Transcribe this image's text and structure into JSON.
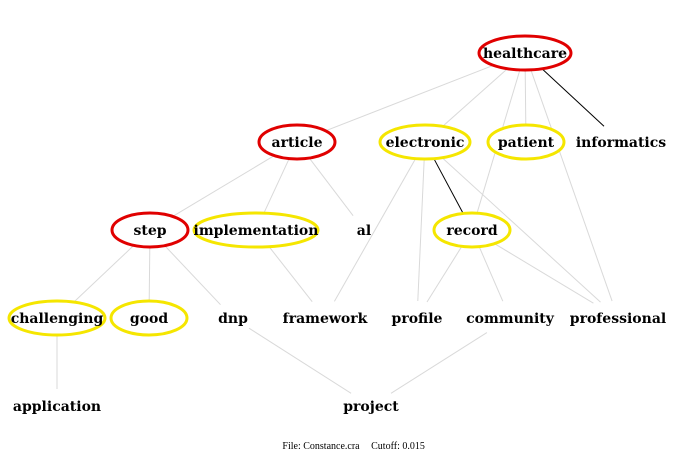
{
  "diagram": {
    "nodes": [
      {
        "id": "healthcare",
        "label": "healthcare",
        "ring": "red"
      },
      {
        "id": "article",
        "label": "article",
        "ring": "red"
      },
      {
        "id": "electronic",
        "label": "electronic",
        "ring": "yellow"
      },
      {
        "id": "patient",
        "label": "patient",
        "ring": "yellow"
      },
      {
        "id": "informatics",
        "label": "informatics",
        "ring": "none"
      },
      {
        "id": "step",
        "label": "step",
        "ring": "red"
      },
      {
        "id": "implementation",
        "label": "implementation",
        "ring": "yellow"
      },
      {
        "id": "al",
        "label": "al",
        "ring": "none"
      },
      {
        "id": "record",
        "label": "record",
        "ring": "yellow"
      },
      {
        "id": "challenging",
        "label": "challenging",
        "ring": "yellow"
      },
      {
        "id": "good",
        "label": "good",
        "ring": "yellow"
      },
      {
        "id": "dnp",
        "label": "dnp",
        "ring": "none"
      },
      {
        "id": "framework",
        "label": "framework",
        "ring": "none"
      },
      {
        "id": "profile",
        "label": "profile",
        "ring": "none"
      },
      {
        "id": "community",
        "label": "community",
        "ring": "none"
      },
      {
        "id": "professional",
        "label": "professional",
        "ring": "none"
      },
      {
        "id": "application",
        "label": "application",
        "ring": "none"
      },
      {
        "id": "project",
        "label": "project",
        "ring": "none"
      }
    ],
    "edges": [
      {
        "from": "healthcare",
        "to": "article",
        "style": "light"
      },
      {
        "from": "healthcare",
        "to": "electronic",
        "style": "light"
      },
      {
        "from": "healthcare",
        "to": "patient",
        "style": "light"
      },
      {
        "from": "healthcare",
        "to": "informatics",
        "style": "dark"
      },
      {
        "from": "healthcare",
        "to": "record",
        "style": "light"
      },
      {
        "from": "healthcare",
        "to": "professional",
        "style": "light"
      },
      {
        "from": "article",
        "to": "step",
        "style": "light"
      },
      {
        "from": "article",
        "to": "implementation",
        "style": "light"
      },
      {
        "from": "article",
        "to": "al",
        "style": "light"
      },
      {
        "from": "electronic",
        "to": "record",
        "style": "dark"
      },
      {
        "from": "electronic",
        "to": "framework",
        "style": "light"
      },
      {
        "from": "electronic",
        "to": "profile",
        "style": "light"
      },
      {
        "from": "electronic",
        "to": "professional",
        "style": "light"
      },
      {
        "from": "step",
        "to": "challenging",
        "style": "light"
      },
      {
        "from": "step",
        "to": "good",
        "style": "light"
      },
      {
        "from": "step",
        "to": "dnp",
        "style": "light"
      },
      {
        "from": "implementation",
        "to": "framework",
        "style": "light"
      },
      {
        "from": "record",
        "to": "profile",
        "style": "light"
      },
      {
        "from": "record",
        "to": "community",
        "style": "light"
      },
      {
        "from": "record",
        "to": "professional",
        "style": "light"
      },
      {
        "from": "challenging",
        "to": "application",
        "style": "light"
      },
      {
        "from": "dnp",
        "to": "project",
        "style": "light"
      },
      {
        "from": "community",
        "to": "project",
        "style": "light"
      }
    ],
    "footer": {
      "file_text": "File: Constance.cra",
      "cutoff_text": "Cutoff: 0.015"
    }
  },
  "colors": {
    "red_ring": "#e00000",
    "yellow_ring": "#f5e600",
    "light_edge": "#d9d9d9",
    "dark_edge": "#000000",
    "text": "#000000"
  }
}
